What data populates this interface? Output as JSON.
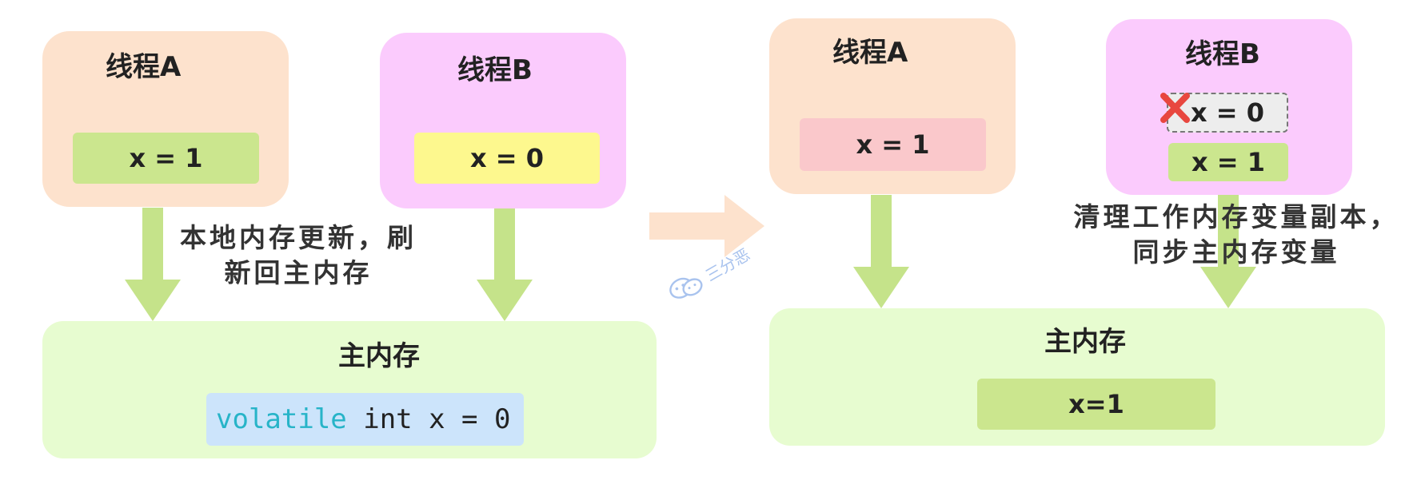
{
  "left_panel": {
    "thread_a": {
      "title": "线程A",
      "var": "x = 1"
    },
    "thread_b": {
      "title": "线程B",
      "var": "x = 0"
    },
    "annotation": {
      "line1": "本地内存更新，刷",
      "line2": "新回主内存"
    },
    "main_memory": {
      "title": "主内存",
      "code_keyword": "volatile",
      "code_rest": " int x = 0"
    }
  },
  "right_panel": {
    "thread_a": {
      "title": "线程A",
      "var": "x = 1"
    },
    "thread_b": {
      "title": "线程B",
      "stale_var": "x = 0",
      "new_var": "x = 1"
    },
    "annotation": {
      "line1": "清理工作内存变量副本，",
      "line2": "同步主内存变量"
    },
    "main_memory": {
      "title": "主内存",
      "var": "x=1"
    }
  },
  "watermark": {
    "text": "三分恶",
    "icon": "wechat-icon"
  },
  "colors": {
    "thread_a_bg": "#fde2cd",
    "thread_b_bg": "#fbcbfd",
    "main_memory_bg": "#e7fcd0",
    "arrow": "#c5e38a",
    "transition_arrow": "#fde2cd",
    "keyword": "#27b4c8",
    "invalid_cross": "#e8473f"
  }
}
